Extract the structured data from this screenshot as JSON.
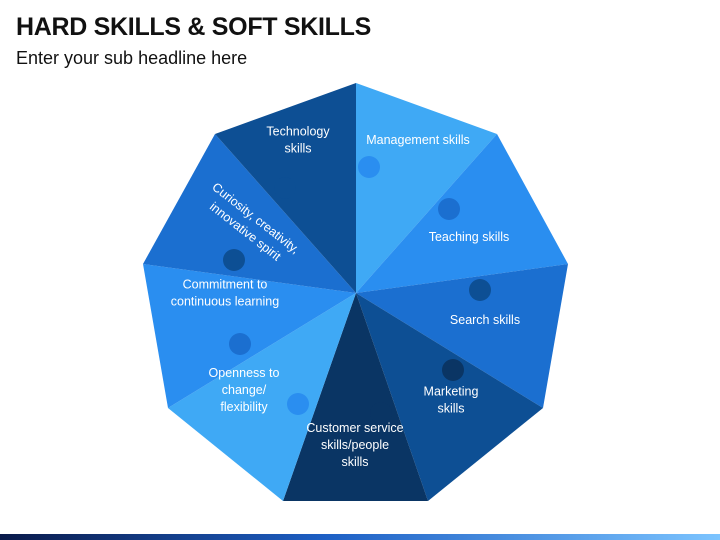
{
  "slide": {
    "title": "HARD SKILLS & SOFT SKILLS",
    "subtitle": "Enter your sub headline here"
  },
  "diagram": {
    "segments": [
      {
        "lines": [
          "Technology",
          "skills"
        ],
        "color": "#3fa9f5"
      },
      {
        "lines": [
          "Management skills"
        ],
        "color": "#2a8ef0"
      },
      {
        "lines": [
          "Teaching skills"
        ],
        "color": "#1b6fd0"
      },
      {
        "lines": [
          "Search skills"
        ],
        "color": "#0d4f94"
      },
      {
        "lines": [
          "Marketing",
          "skills"
        ],
        "color": "#0a3564"
      },
      {
        "lines": [
          "Customer service",
          "skills/people",
          "skills"
        ],
        "color": "#3fa9f5"
      },
      {
        "lines": [
          "Openness to",
          "change/",
          "flexibility"
        ],
        "color": "#2a8ef0"
      },
      {
        "lines": [
          "Commitment to",
          "continuous learning"
        ],
        "color": "#1b6fd0"
      },
      {
        "lines": [
          "Curiosity, creativity,",
          "innovative spirit"
        ],
        "color": "#0d4f94"
      }
    ]
  }
}
